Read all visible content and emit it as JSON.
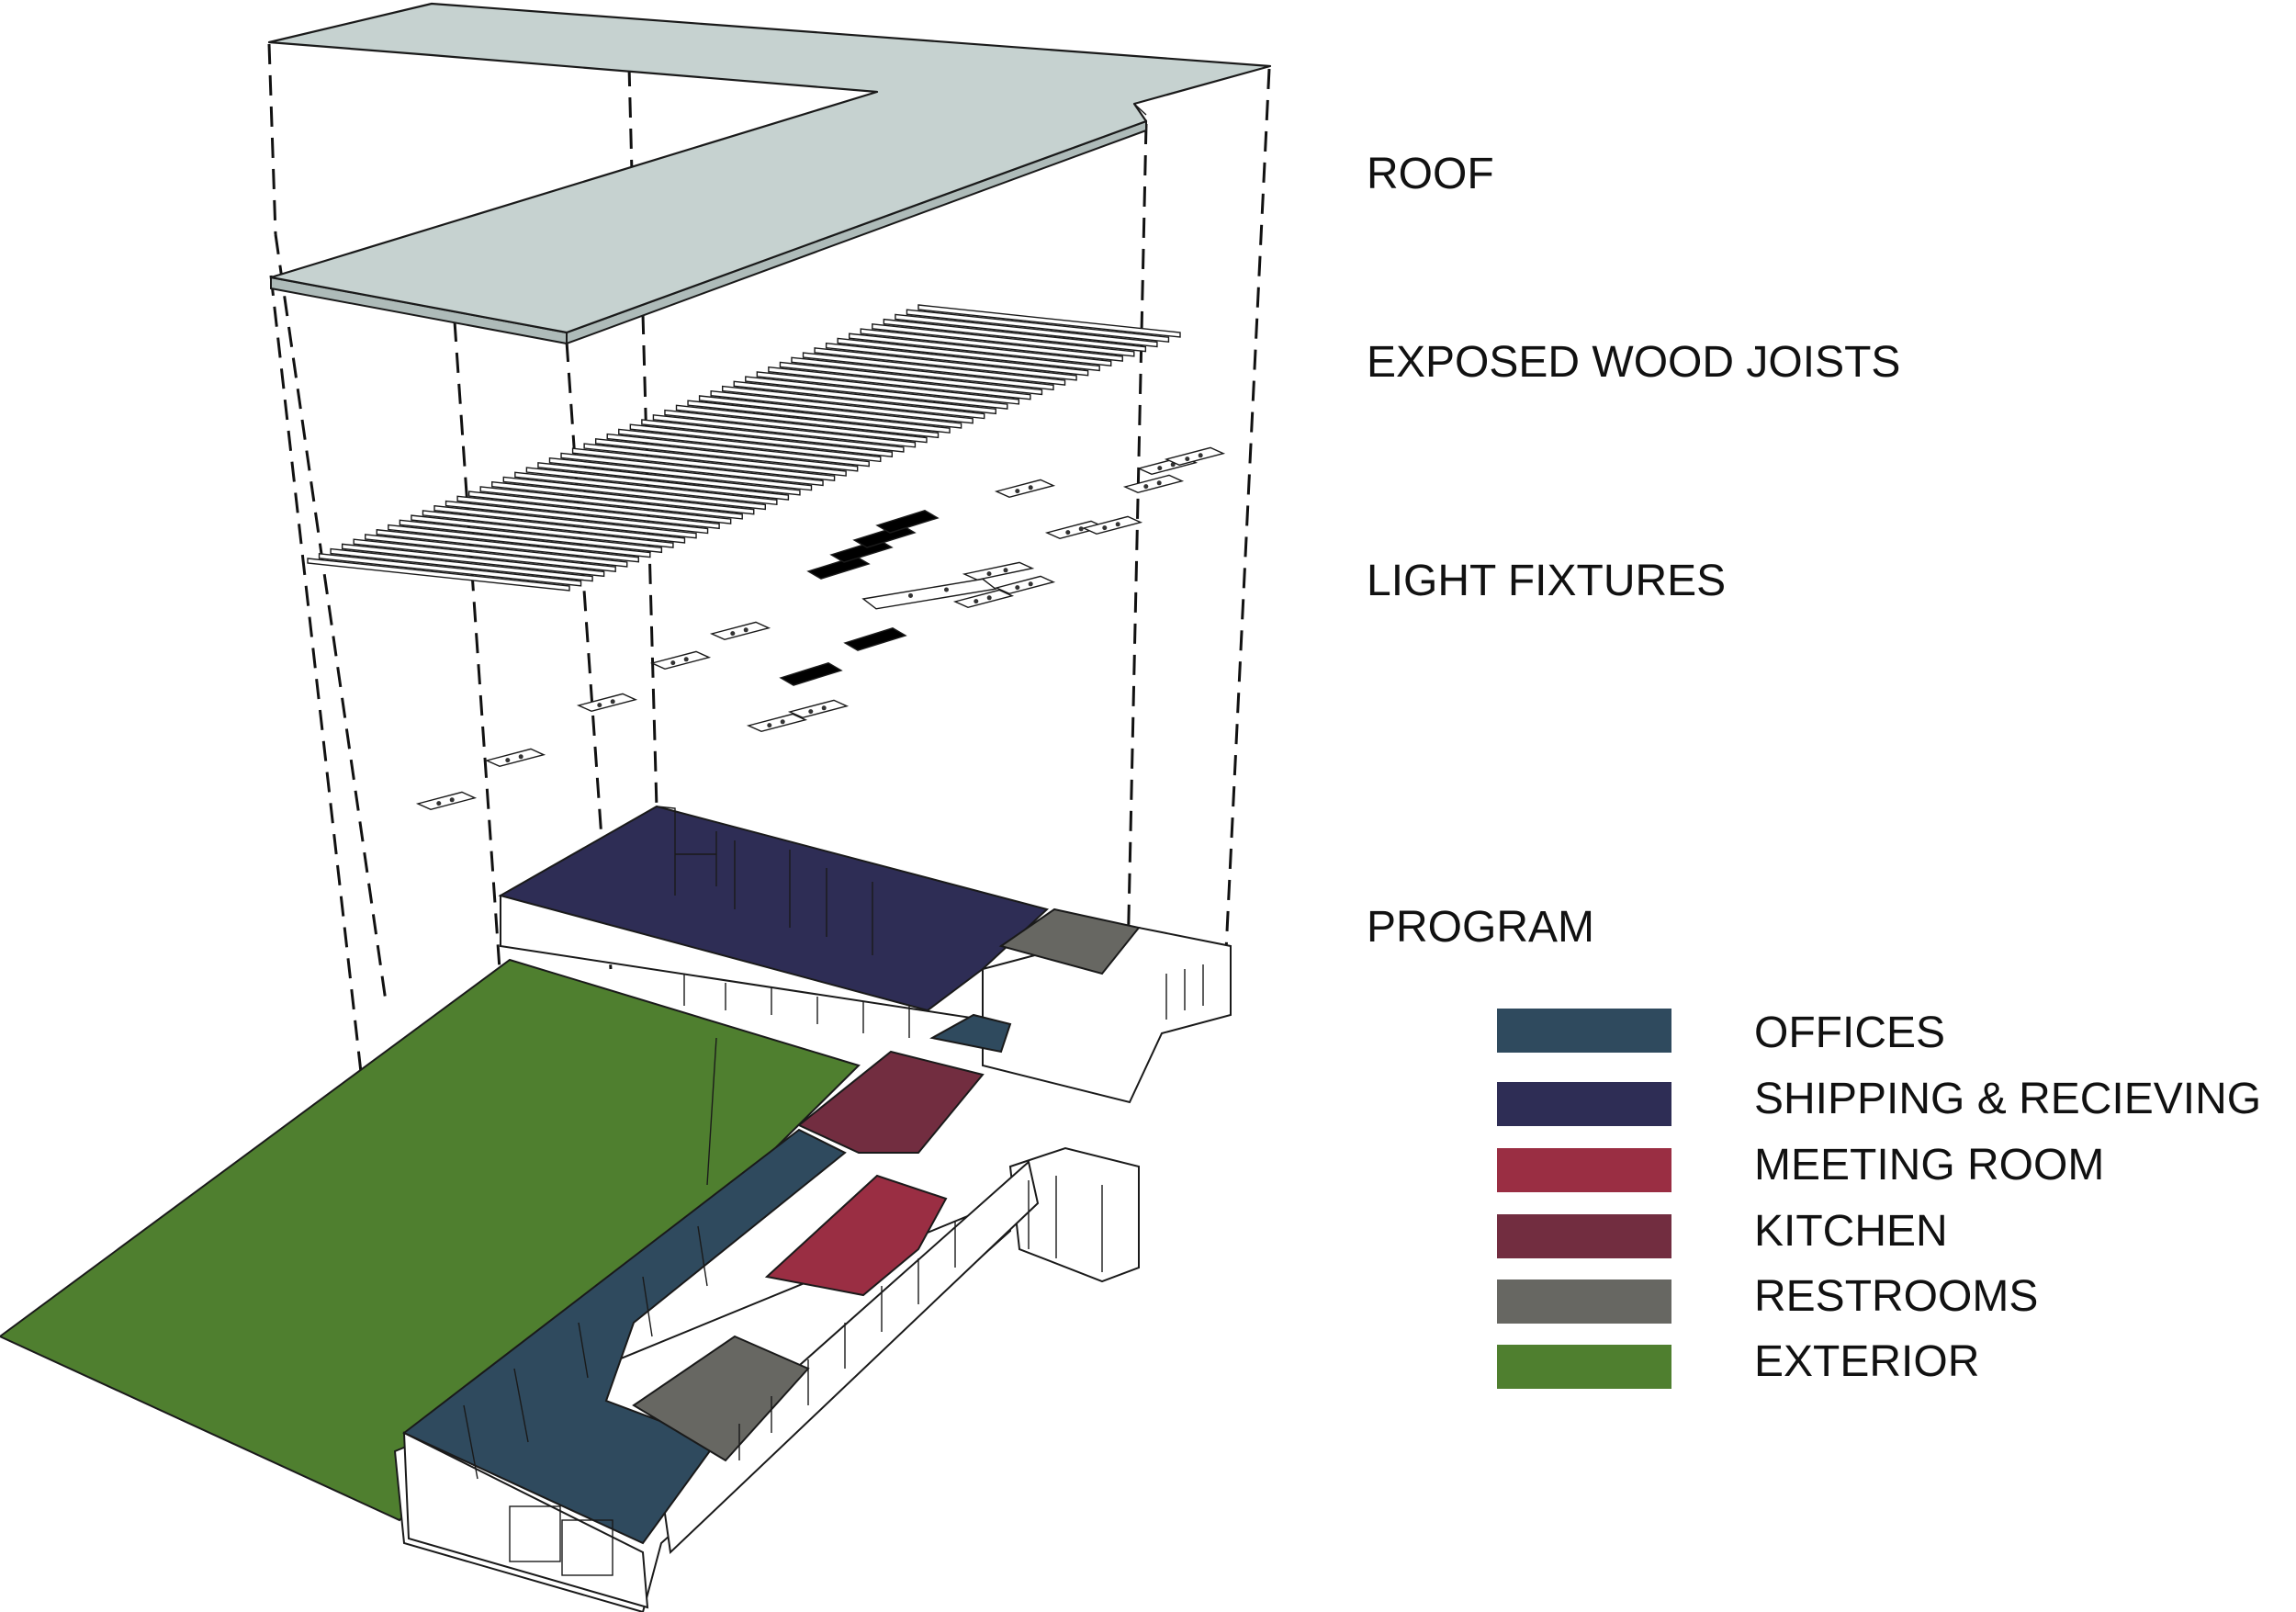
{
  "layers": [
    {
      "id": "roof",
      "label": "ROOF"
    },
    {
      "id": "joists",
      "label": "EXPOSED WOOD JOISTS"
    },
    {
      "id": "fixtures",
      "label": "LIGHT FIXTURES"
    },
    {
      "id": "program",
      "label": "PROGRAM"
    }
  ],
  "legend": [
    {
      "label": "OFFICES",
      "color": "#2f4a5e"
    },
    {
      "label": "SHIPPING & RECIEVING",
      "color": "#2e2d55"
    },
    {
      "label": "MEETING ROOM",
      "color": "#9a2e43"
    },
    {
      "label": "KITCHEN",
      "color": "#722d40"
    },
    {
      "label": "RESTROOMS",
      "color": "#676762"
    },
    {
      "label": "EXTERIOR",
      "color": "#4f7f2f"
    }
  ],
  "colors": {
    "roof": "#c6d2d0",
    "light_fixture_dark": "#000000"
  }
}
